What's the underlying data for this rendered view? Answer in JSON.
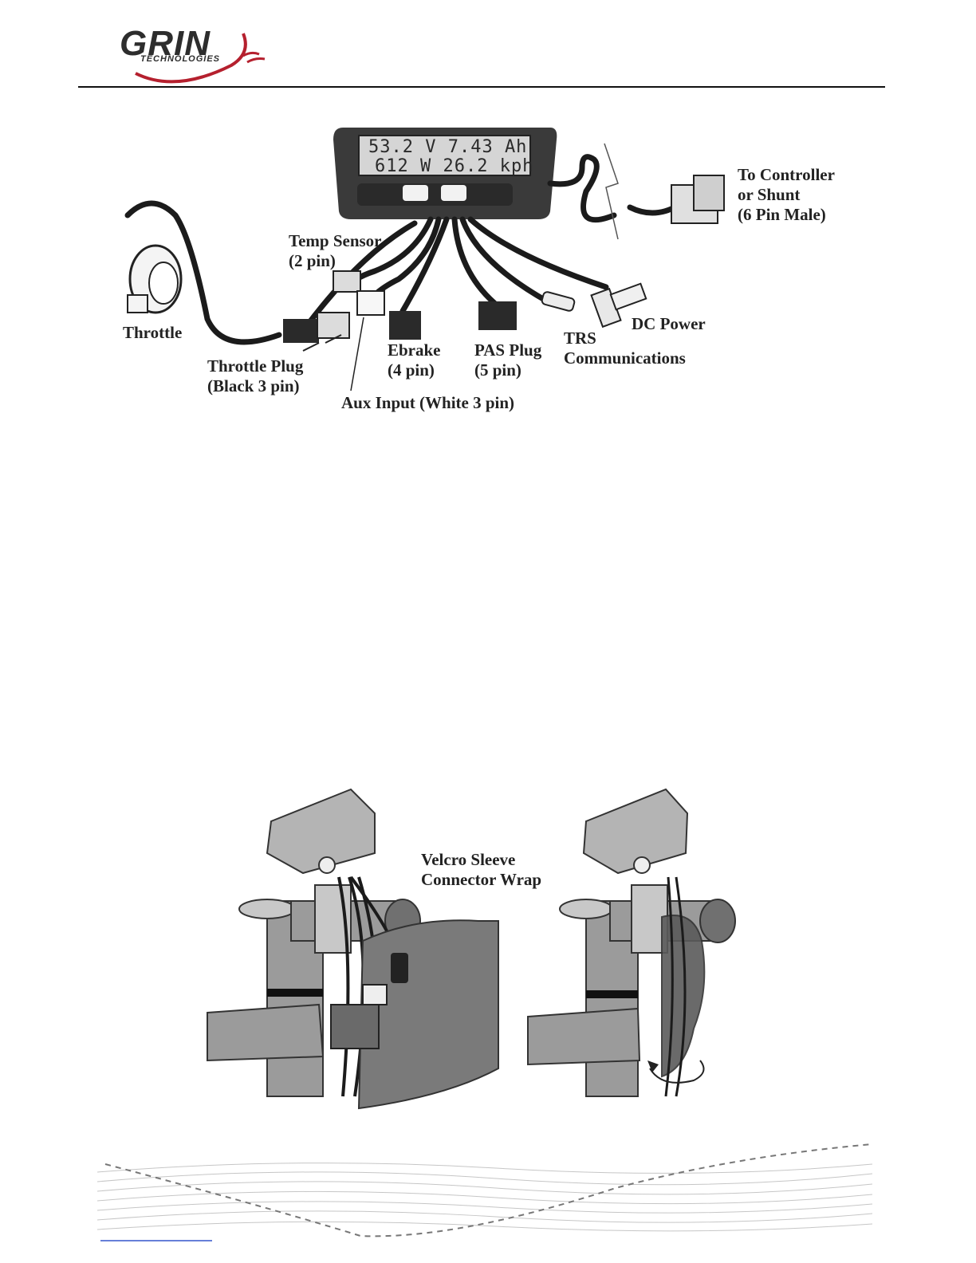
{
  "header": {
    "logo_main": "GRIN",
    "logo_sub": "TECHNOLOGIES"
  },
  "figure1": {
    "display_line1": "53.2 V 7.43 Ah",
    "display_line2": "612 W 26.2 kph",
    "labels": {
      "controller": "To Controller\nor Shunt\n(6 Pin Male)",
      "temp_sensor": "Temp Sensor\n(2 pin)",
      "throttle": "Throttle",
      "throttle_plug": "Throttle Plug\n(Black 3 pin)",
      "aux_input": "Aux Input (White 3 pin)",
      "ebrake": "Ebrake\n(4 pin)",
      "pas_plug": "PAS Plug\n(5 pin)",
      "trs": "TRS\nCommunications",
      "dc_power": "DC Power"
    }
  },
  "figure2": {
    "velcro_label": "Velcro Sleeve\nConnector Wrap"
  },
  "colors": {
    "metal": "#9b9b9b",
    "metal_light": "#c8c8c8",
    "cable": "#1b1b1b",
    "logo_red": "#b5202e",
    "sleeve": "#7a7a7a"
  }
}
